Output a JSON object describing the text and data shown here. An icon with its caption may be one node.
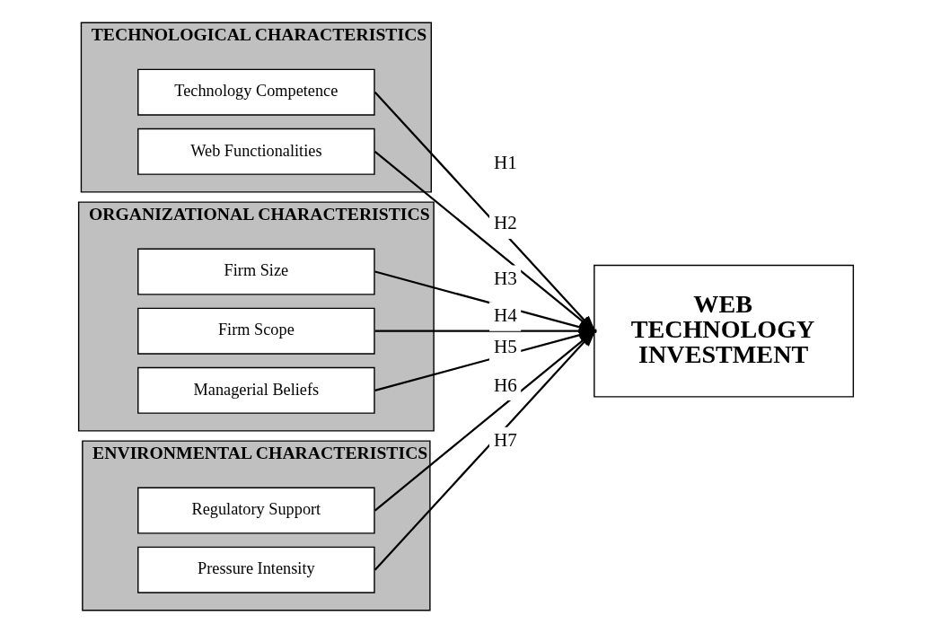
{
  "diagram": {
    "nodes": [
      {
        "text": [
          "TECHNOLOGICAL CHARACTERISTICS"
        ]
      },
      {
        "text": [
          "Technology Competence"
        ],
        "in": 0
      },
      {
        "text": [
          "Web Functionalities"
        ],
        "in": 0
      },
      {
        "text": [
          "ORGANIZATIONAL CHARACTERISTICS"
        ]
      },
      {
        "text": [
          "Firm Size"
        ],
        "in": 3
      },
      {
        "text": [
          "Firm Scope"
        ],
        "in": 3
      },
      {
        "text": [
          "Managerial Beliefs"
        ],
        "in": 3
      },
      {
        "text": [
          "ENVIRONMENTAL CHARACTERISTICS"
        ]
      },
      {
        "text": [
          "Regulatory Support"
        ],
        "in": 7
      },
      {
        "text": [
          "Pressure Intensity"
        ],
        "in": 7
      },
      {
        "text": [
          "WEB TECHNOLOGY INVESTMENT"
        ]
      }
    ],
    "edges": [
      {
        "from": 1,
        "to": 10,
        "arrow": "to",
        "label": "H1"
      },
      {
        "from": 2,
        "to": 10,
        "arrow": "to",
        "label": "H2"
      },
      {
        "from": 4,
        "to": 10,
        "arrow": "to",
        "label": "H3"
      },
      {
        "from": 5,
        "to": 10,
        "arrow": "to",
        "label": "H4"
      },
      {
        "from": 6,
        "to": 10,
        "arrow": "to",
        "label": "H5"
      },
      {
        "from": 8,
        "to": 10,
        "arrow": "to",
        "label": "H6"
      },
      {
        "from": 9,
        "to": 10,
        "arrow": "to",
        "label": "H7"
      }
    ]
  }
}
